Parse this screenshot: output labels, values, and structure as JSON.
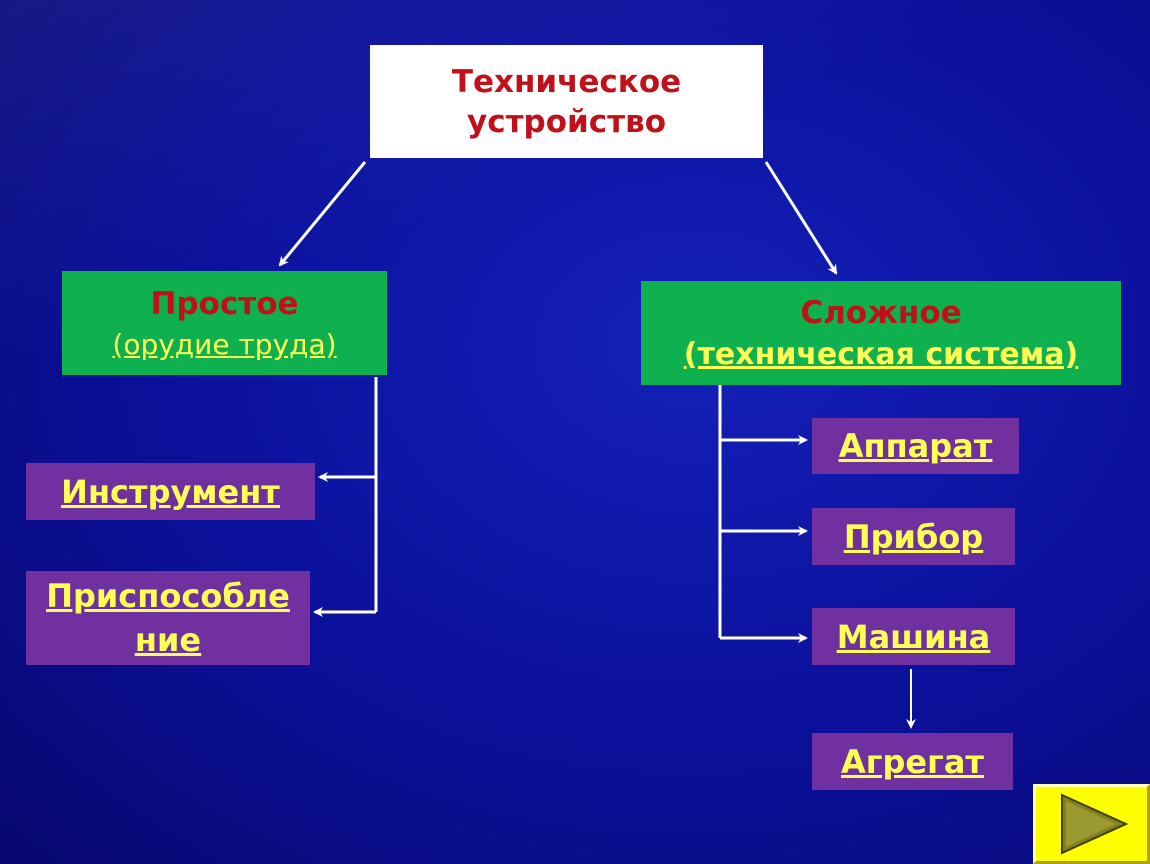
{
  "root": {
    "line1": "Техническое",
    "line2": "устройство"
  },
  "simple": {
    "title": "Простое",
    "subtitle": "(орудие труда)"
  },
  "complex": {
    "title": "Сложное",
    "subtitle": "(техническая система)"
  },
  "simple_children": {
    "instrument": "Инструмент",
    "prisp_line1": "Приспособле",
    "prisp_line2": "ние"
  },
  "complex_children": {
    "apparat": "Аппарат",
    "pribor": "Прибор",
    "mashina": "Машина",
    "agregat": "Агрегат"
  },
  "colors": {
    "background": "#0a0f8e",
    "green_box": "#0eb04f",
    "purple_box": "#7030a0",
    "red_text": "#c0101a",
    "yellow_text": "#ffff55",
    "play_button": "#ffff00"
  },
  "icons": {
    "next": "play-triangle-icon"
  }
}
